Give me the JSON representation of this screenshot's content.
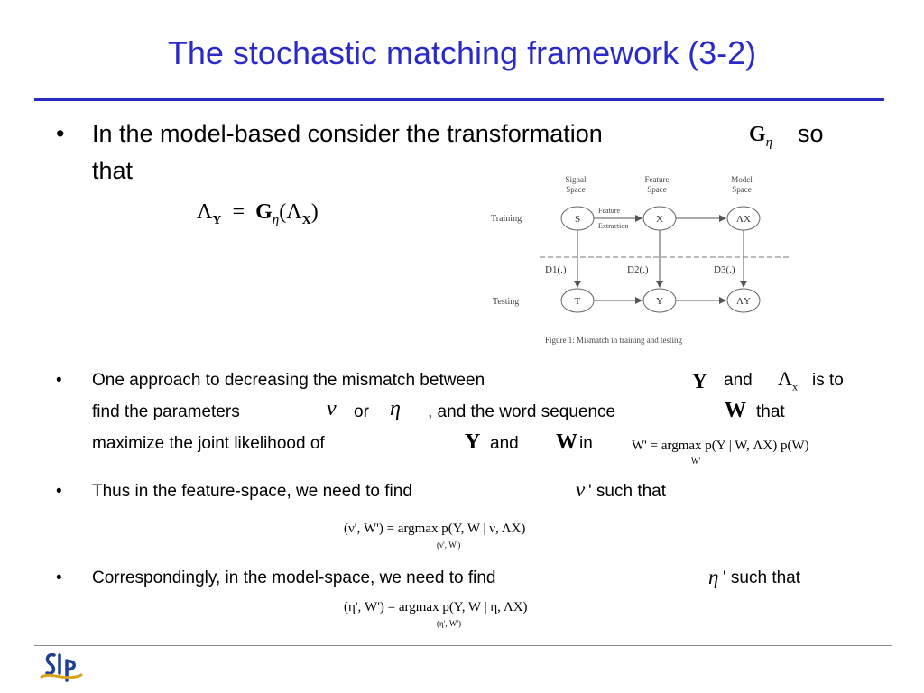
{
  "slide": {
    "title": "The stochastic matching framework (3-2)"
  },
  "bullet1": {
    "text_a": "In the model-based consider the transformation",
    "sym_G": "G",
    "sym_eta": "η",
    "text_b": "so",
    "text_c": "that",
    "eq_lambda": "Λ",
    "eq_Y": "Y",
    "eq_equals": "=",
    "eq_G": "G",
    "eq_eta": "η",
    "eq_paren_open": "(Λ",
    "eq_X": "X",
    "eq_paren_close": ")"
  },
  "figure": {
    "col_signal": [
      "Signal",
      "Space"
    ],
    "col_feature": [
      "Feature",
      "Space"
    ],
    "col_model": [
      "Model",
      "Space"
    ],
    "row_training": "Training",
    "row_testing": "Testing",
    "node_S": "S",
    "node_X": "X",
    "node_LX": "ΛX",
    "node_T": "T",
    "node_Y": "Y",
    "node_LY": "ΛY",
    "feature_extraction": [
      "Feature",
      "Extraction"
    ],
    "d1": "D1(.)",
    "d2": "D2(.)",
    "d3": "D3(.)",
    "caption": "Figure 1: Mismatch in training and testing"
  },
  "bullet2": {
    "line1_a": "One approach to decreasing the mismatch between",
    "sym_Y": "Y",
    "line1_b": "and",
    "sym_lambda": "Λ",
    "sym_x_sub": "x",
    "line1_c": "is to",
    "line2_a": "find the parameters",
    "sym_nu": "ν",
    "line2_b": "or",
    "sym_eta": "η",
    "line2_c": ", and the word sequence",
    "sym_W": "W",
    "line2_d": "that",
    "line3_a": "maximize the joint likelihood of",
    "sym_Y2": "Y",
    "line3_b": "and",
    "sym_W2": "W",
    "line3_c": "in",
    "eq": "W' = argmax p(Y | W, ΛX) p(W)",
    "eq_sub": "W'"
  },
  "bullet3": {
    "text_a": "Thus in the feature-space, we need to find",
    "sym_nu": "ν",
    "text_b": "' such that",
    "eq": "(ν', W') = argmax p(Y, W | ν, ΛX)",
    "eq_sub": "(ν', W')"
  },
  "bullet4": {
    "text_a": "Correspondingly, in the model-space, we need to find",
    "sym_eta": "η",
    "text_b": "' such that",
    "eq": "(η', W') = argmax p(Y, W | η, ΛX)",
    "eq_sub": "(η', W')"
  },
  "colors": {
    "title": "#2a2ac8",
    "rule": "#2a2ac8",
    "logo_blue": "#1f3f96",
    "logo_gold": "#d9a21b"
  }
}
